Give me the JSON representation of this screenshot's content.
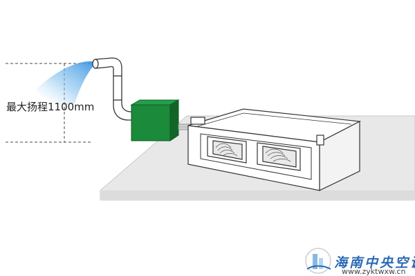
{
  "annotation": {
    "max_lift_label": "最大扬程1100mm"
  },
  "watermark": {
    "brand_cn": "海南中央空调",
    "url": "www.zyktwxw.cn"
  },
  "colors": {
    "pump_box": "#1b8a3a",
    "pump_box_dark": "#116627",
    "floor": "#e6e6e6",
    "water_spray": "#5aa7e0",
    "watermark": "#2a68b6"
  },
  "icons": [
    "drain-pump-icon",
    "ducted-indoor-unit-icon",
    "watermark-logo-icon"
  ]
}
